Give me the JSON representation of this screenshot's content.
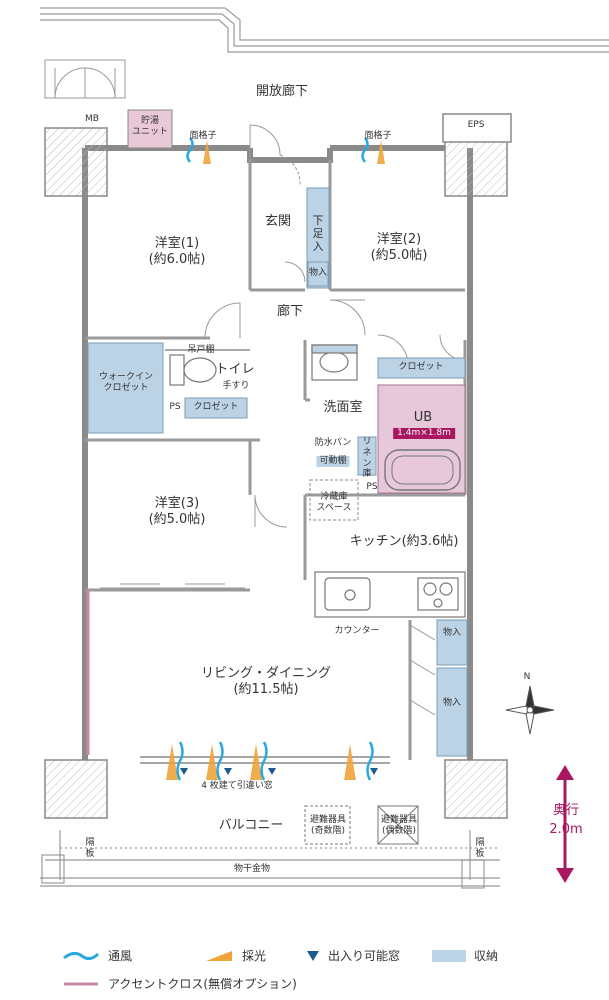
{
  "colors": {
    "storage": "#bcd3e6",
    "storage_stroke": "#7a9cb8",
    "accent_cross": "#c98aa8",
    "ub_fill": "#e7c7da",
    "ub_label_bg": "#a8175f",
    "wind": "#2aa9e0",
    "light": "#f0a33a",
    "exit": "#1d5a8f",
    "wall": "#8a8a8a",
    "arrow": "#a8175f",
    "heater_fill": "#e9c8d8"
  },
  "top": {
    "corridor": "開放廊下",
    "mb": "MB",
    "eps": "EPS",
    "heater": [
      "貯湯",
      "ユニット"
    ],
    "grille_left": "面格子",
    "grille_right": "面格子"
  },
  "rooms": {
    "room1_name": "洋室(1)",
    "room1_size": "(約6.0帖)",
    "room2_name": "洋室(2)",
    "room2_size": "(約5.0帖)",
    "room3_name": "洋室(3)",
    "room3_size": "(約5.0帖)",
    "entrance": "玄関",
    "shoe_box": [
      "下",
      "足",
      "入"
    ],
    "storage_small": "物入",
    "hallway": "廊下",
    "wic": [
      "ウォークイン",
      "クロゼット"
    ],
    "hanging_shelf": "吊戸棚",
    "toilet": "トイレ",
    "handrail": "手すり",
    "ps_left": "PS",
    "closet_left": "クロゼット",
    "closet_right": "クロゼット",
    "washroom": "洗面室",
    "ub": "UB",
    "ub_size": "1.4m×1.8m",
    "waterproof_pan": "防水パン",
    "movable_shelf": "可動棚",
    "linen": [
      "リ",
      "ネ",
      "ン",
      "庫"
    ],
    "ps_right": "PS",
    "fridge": [
      "冷蔵庫",
      "スペース"
    ],
    "kitchen": "キッチン(約3.6帖)",
    "counter": "カウンター",
    "storage_k1": "物入",
    "storage_k2": "物入",
    "living": "リビング・ダイニング",
    "living_size": "(約11.5帖)",
    "window_note": "4 枚建て引違い窓",
    "balcony": "バルコニー",
    "evac_odd": [
      "避難器具",
      "(奇数階)"
    ],
    "evac_even": [
      "避難器具",
      "(偶数階)"
    ],
    "partition_left": [
      "隔",
      "板"
    ],
    "partition_right": [
      "隔",
      "板"
    ],
    "drying_rail": "物干金物",
    "depth_label": "奥行",
    "depth_value": "2.0m",
    "compass": "N"
  },
  "legend": {
    "wind": "通風",
    "light": "採光",
    "exit": "出入り可能窓",
    "storage": "収納",
    "accent": "アクセントクロス(無償オプション)"
  }
}
